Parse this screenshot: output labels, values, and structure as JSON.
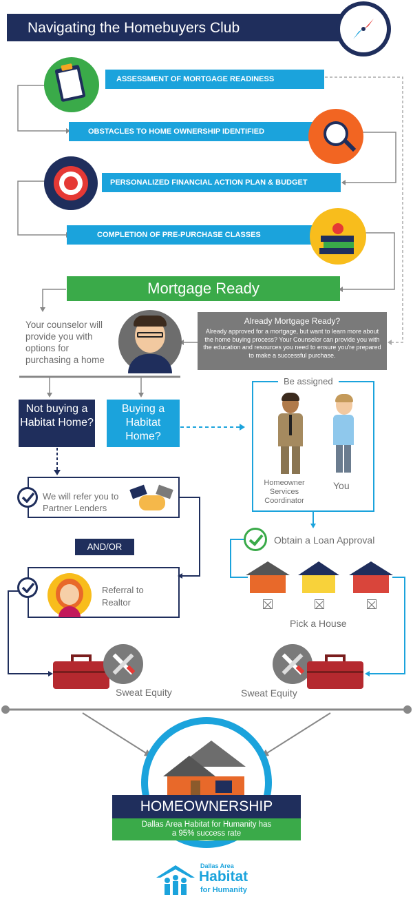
{
  "header": {
    "title": "Navigating the Homebuyers Club"
  },
  "steps": [
    "ASSESSMENT OF MORTGAGE READINESS",
    "OBSTACLES TO HOME OWNERSHIP IDENTIFIED",
    "PERSONALIZED FINANCIAL ACTION PLAN & BUDGET",
    "COMPLETION OF PRE-PURCHASE CLASSES"
  ],
  "mortgage_ready": "Mortgage Ready",
  "counselor_text": "Your counselor will provide you with options for purchasing a home",
  "already_ready": {
    "title": "Already Mortgage Ready?",
    "body": "Already approved for a mortgage, but want to learn more about the home buying process? Your Counselor can provide you with the education and resources you need to ensure you're prepared to make a successful purchase."
  },
  "not_buying": "Not buying a Habitat Home?",
  "buying": "Buying a Habitat Home?",
  "be_assigned": "Be assigned",
  "coordinator": "Homeowner Services Coordinator",
  "you": "You",
  "refer_lenders": "We will refer you to Partner Lenders",
  "and_or": "AND/OR",
  "referral_realtor": "Referral to Realtor",
  "loan_approval": "Obtain a Loan Approval",
  "pick_house": "Pick a House",
  "sweat_equity_left": "Sweat Equity",
  "sweat_equity_right": "Sweat Equity",
  "homeownership": "HOMEOWNERSHIP",
  "success": "Dallas Area Habitat for Humanity has a 95% success rate",
  "logo": {
    "top": "Dallas Area",
    "main": "Habitat",
    "bottom": "for Humanity"
  },
  "colors": {
    "navy": "#1f2e5c",
    "cyan": "#1ba3dc",
    "green": "#3aaa49",
    "gray": "#7a7a7a",
    "orange": "#f26522"
  }
}
